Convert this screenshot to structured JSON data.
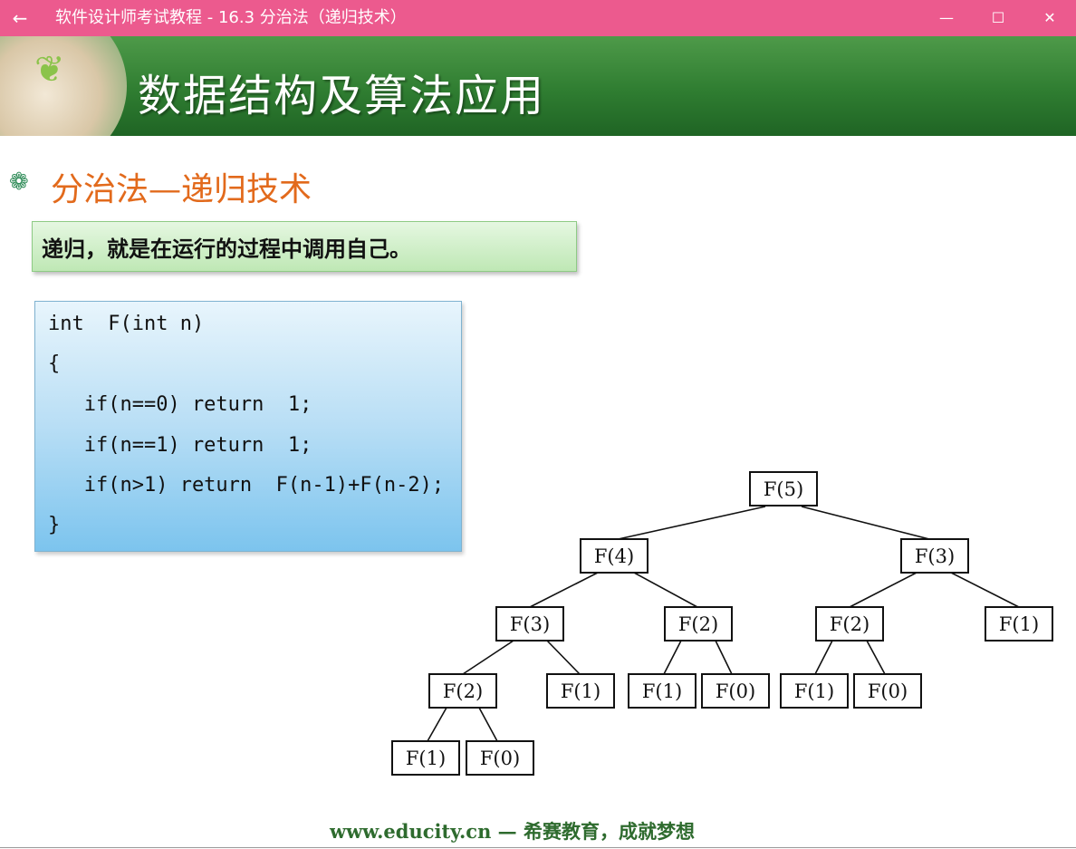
{
  "window": {
    "back_icon": "arrow-left-icon",
    "title": "软件设计师考试教程 - 16.3  分治法（递归技术）",
    "minimize_icon": "minimize-icon",
    "maximize_icon": "maximize-icon",
    "close_icon": "close-icon",
    "titlebar_color": "#ec5a8e"
  },
  "slide": {
    "banner_title": "数据结构及算法应用",
    "section_title": "分治法—递归技术",
    "definition": "递归，就是在运行的过程中调用自己。",
    "code": [
      "int  F(int n)",
      "{",
      "   if(n==0) return  1;",
      "   if(n==1) return  1;",
      "   if(n>1) return  F(n-1)+F(n-2);",
      "}"
    ],
    "tree": {
      "nodes": [
        "F(5)",
        "F(4)",
        "F(3)",
        "F(3)",
        "F(2)",
        "F(2)",
        "F(1)",
        "F(2)",
        "F(1)",
        "F(1)",
        "F(0)",
        "F(1)",
        "F(0)",
        "F(1)",
        "F(0)"
      ]
    },
    "footer": "www.educity.cn — 希赛教育，成就梦想"
  }
}
